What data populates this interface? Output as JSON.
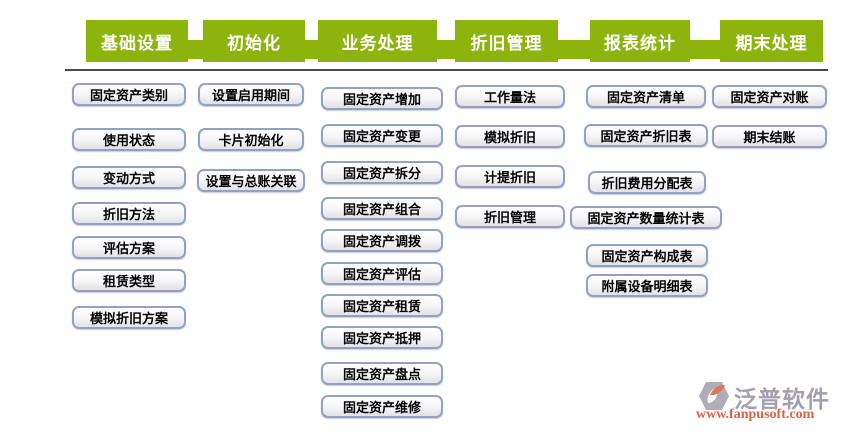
{
  "header": {
    "tabs": [
      {
        "id": "basic-settings",
        "label": "基础设置"
      },
      {
        "id": "initialization",
        "label": "初始化"
      },
      {
        "id": "business-processing",
        "label": "业务处理"
      },
      {
        "id": "depreciation-management",
        "label": "折旧管理"
      },
      {
        "id": "report-statistics",
        "label": "报表统计"
      },
      {
        "id": "period-end-processing",
        "label": "期末处理"
      }
    ]
  },
  "columns": [
    {
      "id": "basic-settings",
      "items": [
        "固定资产类别",
        "使用状态",
        "变动方式",
        "折旧方法",
        "评估方案",
        "租赁类型",
        "模拟折旧方案"
      ]
    },
    {
      "id": "initialization",
      "items": [
        "设置启用期间",
        "卡片初始化",
        "设置与总账关联"
      ]
    },
    {
      "id": "business-processing",
      "items": [
        "固定资产增加",
        "固定资产变更",
        "固定资产拆分",
        "固定资产组合",
        "固定资产调拨",
        "固定资产评估",
        "固定资产租赁",
        "固定资产抵押",
        "固定资产盘点",
        "固定资产维修"
      ]
    },
    {
      "id": "depreciation-management",
      "items": [
        "工作量法",
        "模拟折旧",
        "计提折旧",
        "折旧管理"
      ]
    },
    {
      "id": "report-statistics",
      "items": [
        "固定资产清单",
        "固定资产折旧表",
        "折旧费用分配表",
        "固定资产数量统计表",
        "固定资产构成表",
        "附属设备明细表"
      ]
    },
    {
      "id": "period-end-processing",
      "items": [
        "固定资产对账",
        "期末结账"
      ]
    }
  ],
  "watermark": {
    "brand": "泛普软件",
    "url": "www.fanpusoft.com"
  },
  "colors": {
    "tab_green": "#8cb40c",
    "separator_gray": "#4a4a4a",
    "button_border_blue_gray": "#93a2c4",
    "brand_gray": "#a49fab",
    "brand_coral": "#d8614a"
  }
}
